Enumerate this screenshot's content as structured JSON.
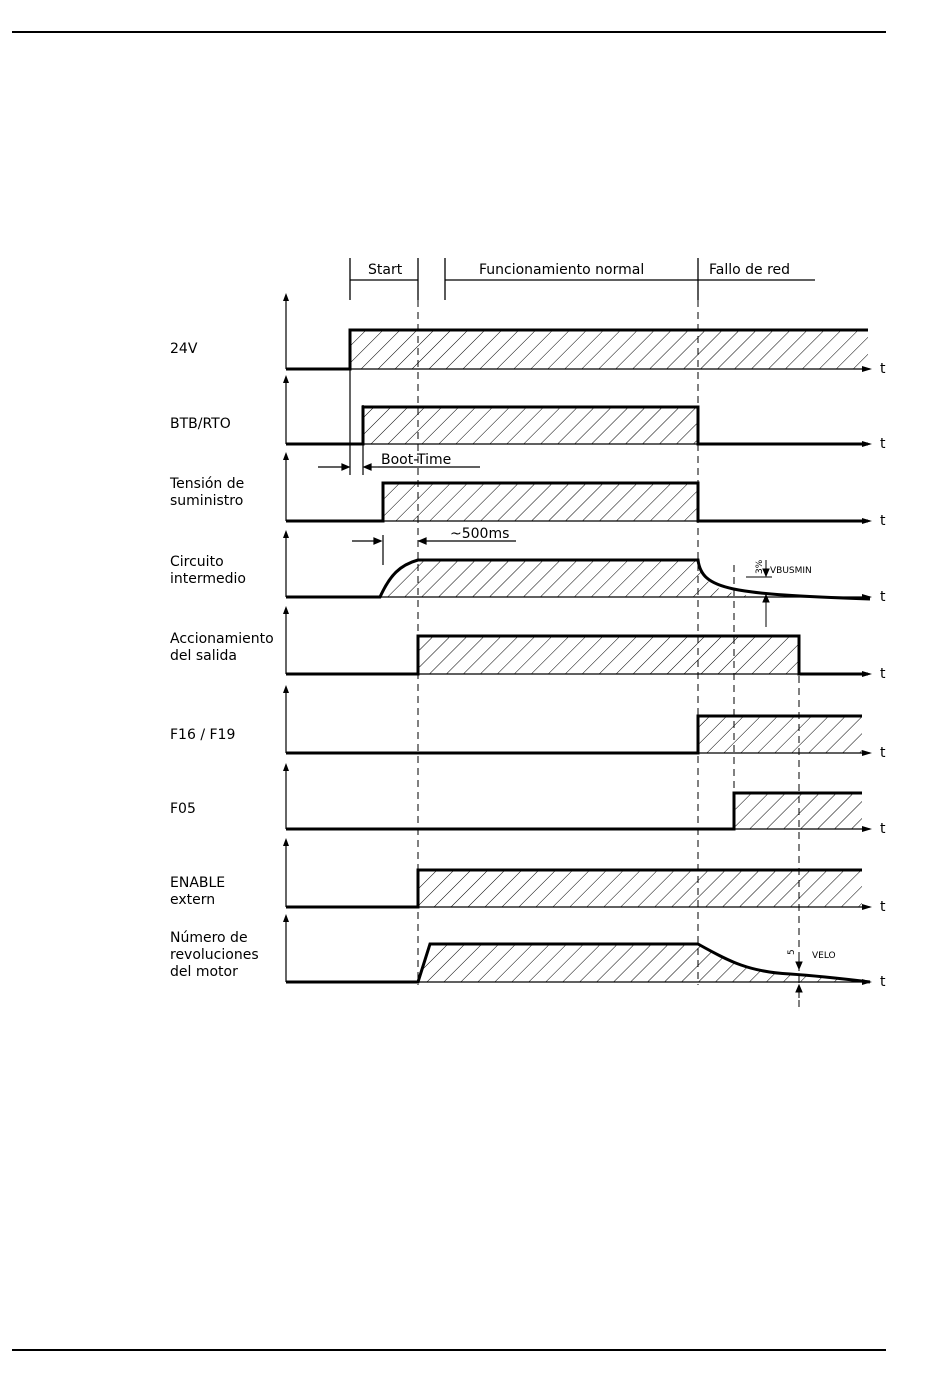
{
  "phases": {
    "start": "Start",
    "normal": "Funcionamiento normal",
    "fault": "Fallo de red"
  },
  "signals": [
    {
      "id": "24v",
      "label": [
        "24V"
      ]
    },
    {
      "id": "btb",
      "label": [
        "BTB/RTO"
      ]
    },
    {
      "id": "supply",
      "label": [
        "Tensión de",
        "suministro"
      ]
    },
    {
      "id": "dc",
      "label": [
        "Circuito",
        "intermedio"
      ]
    },
    {
      "id": "output",
      "label": [
        "Accionamiento",
        "del salida"
      ]
    },
    {
      "id": "f16",
      "label": [
        "F16 / F19"
      ]
    },
    {
      "id": "f05",
      "label": [
        "F05"
      ]
    },
    {
      "id": "enable",
      "label": [
        "ENABLE",
        "extern"
      ]
    },
    {
      "id": "speed",
      "label": [
        "Número de",
        "revoluciones",
        "del motor"
      ]
    }
  ],
  "axis_label": "t",
  "annotations": {
    "boot_time": "Boot-Time",
    "delay": "~500ms",
    "vbusmin": "VBUSMIN",
    "vbus_pct": "3%",
    "velo": "VELO",
    "velo_value": "5"
  }
}
